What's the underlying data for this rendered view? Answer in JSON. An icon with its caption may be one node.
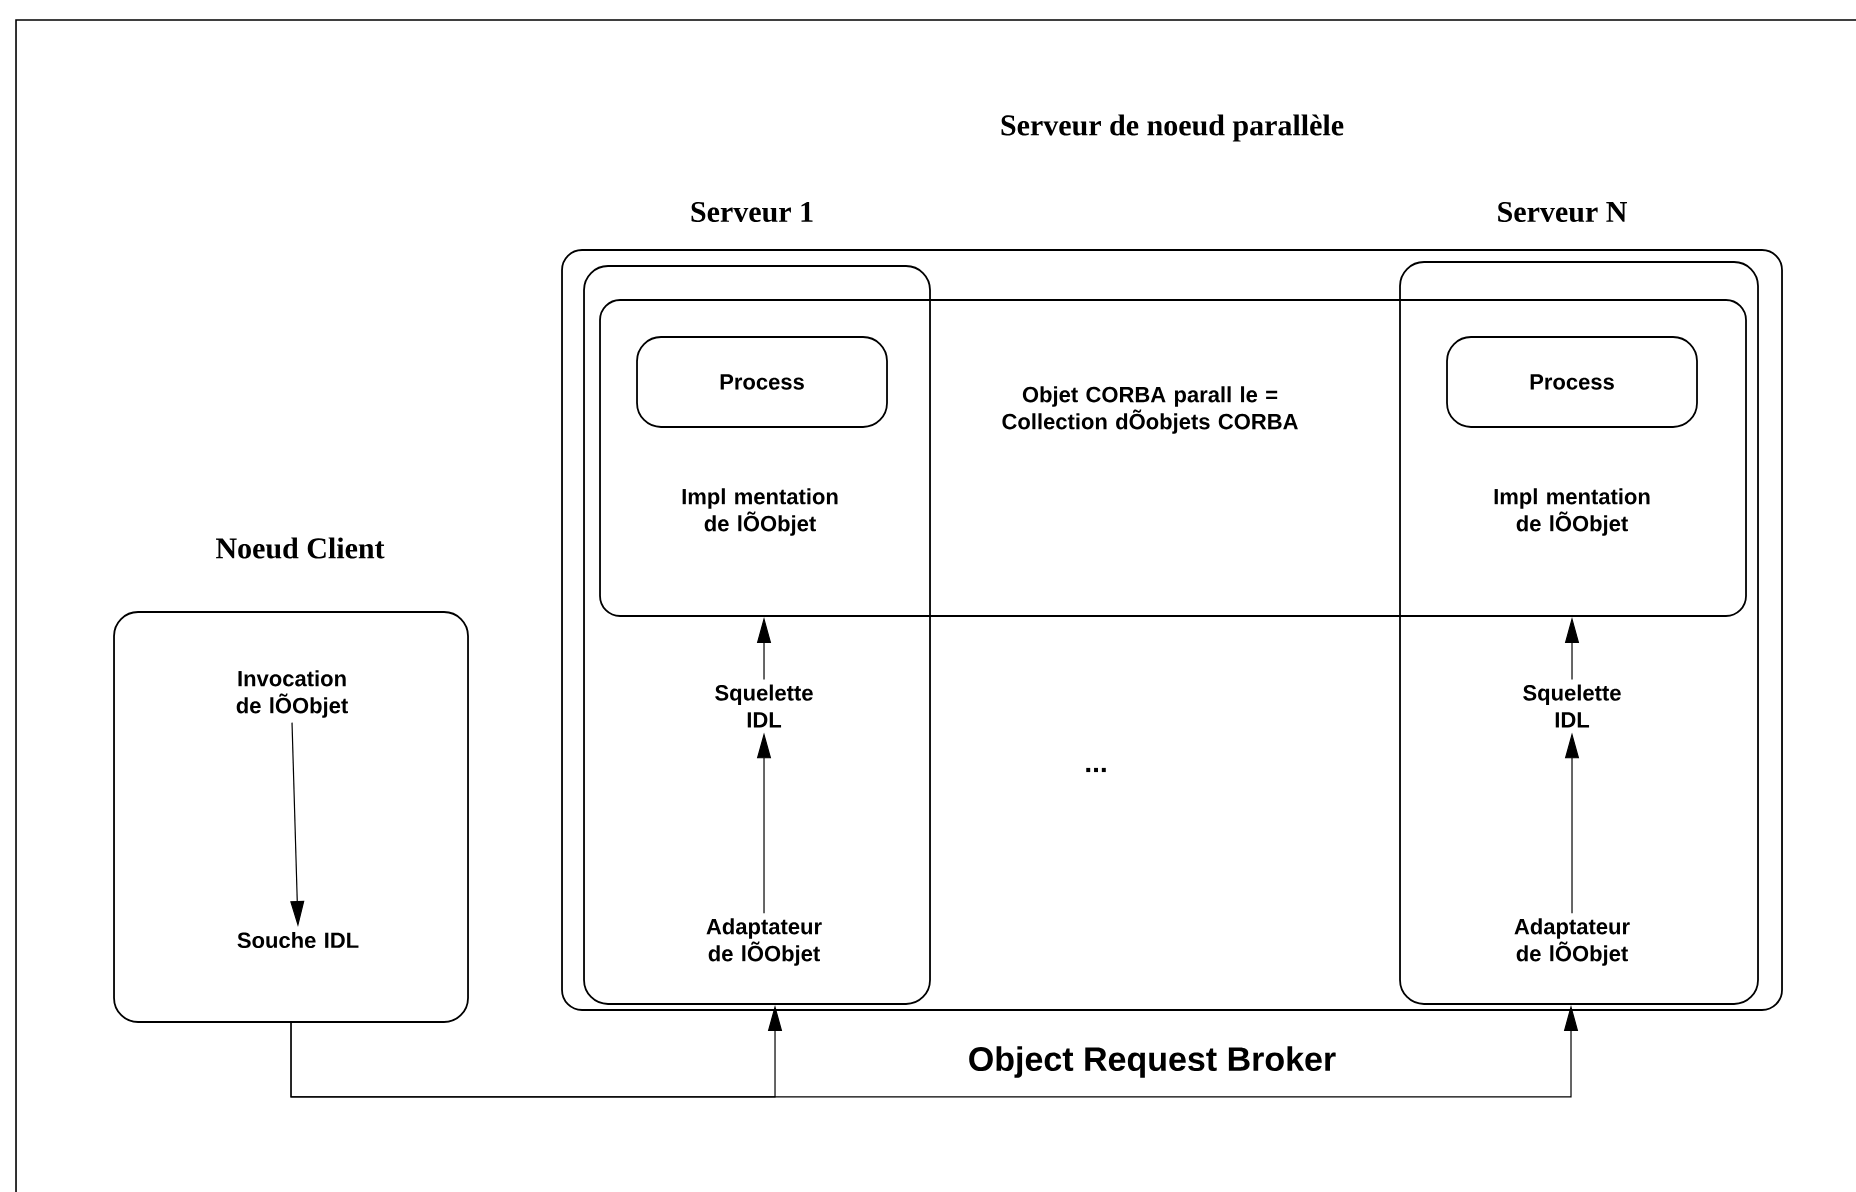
{
  "diagram": {
    "nodes": [
      {
        "text": [
          "Serveur de noeud parallèle"
        ]
      },
      {
        "text": [
          "Serveur 1"
        ],
        "in": 0
      },
      {
        "text": [
          "Serveur N"
        ],
        "in": 0
      },
      {
        "text": [
          "Objet CORBA parall le = Collection dÕobjets CORBA"
        ],
        "in": 0
      },
      {
        "text": [
          "Process"
        ]
      },
      {
        "text": [
          "Impl mentation de lÕObjet"
        ]
      },
      {
        "text": [
          "Squelette IDL"
        ],
        "in": 1
      },
      {
        "text": [
          "Adaptateur de lÕObjet"
        ],
        "in": 1
      },
      {
        "text": [
          "Process"
        ]
      },
      {
        "text": [
          "Impl mentation de lÕObjet"
        ]
      },
      {
        "text": [
          "Squelette IDL"
        ],
        "in": 2
      },
      {
        "text": [
          "Adaptateur de lÕObjet"
        ],
        "in": 2
      },
      {
        "text": [
          "Noeud Client"
        ]
      },
      {
        "text": [
          "Invocation de lÕObjet"
        ],
        "in": 12
      },
      {
        "text": [
          "Souche IDL"
        ],
        "in": 12
      }
    ],
    "edges": [
      {
        "from": 13,
        "to": 14,
        "arrow": "to"
      },
      {
        "from": 7,
        "to": 6,
        "arrow": "to"
      },
      {
        "from": 6,
        "to": 3,
        "arrow": "to"
      },
      {
        "from": 11,
        "to": 10,
        "arrow": "to"
      },
      {
        "from": 10,
        "to": 3,
        "arrow": "to"
      },
      {
        "from": 12,
        "to": 1,
        "arrow": "to"
      },
      {
        "from": 12,
        "to": 2,
        "arrow": "to"
      }
    ],
    "labels": [
      "...",
      "Object Request Broker"
    ]
  }
}
